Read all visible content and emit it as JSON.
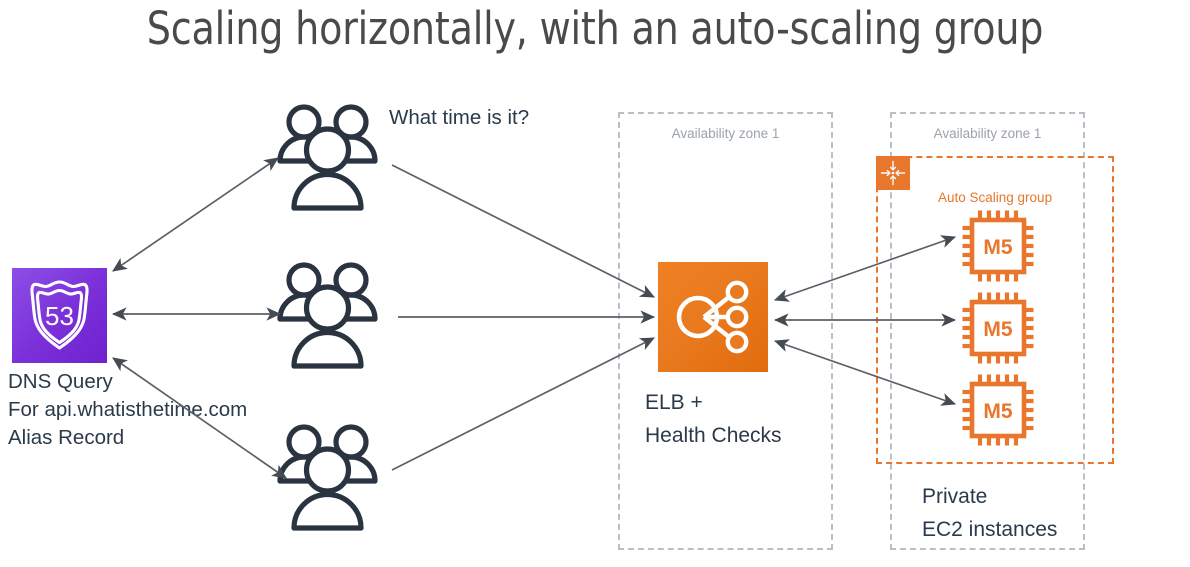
{
  "slide": {
    "title": "Scaling horizontally, with an auto-scaling group"
  },
  "dns": {
    "icon_name": "route53-icon",
    "icon_text": "53",
    "caption_line1": "DNS Query",
    "caption_line2": "For api.whatisthetime.com",
    "caption_line3": "Alias Record",
    "color": "#7a2fd8"
  },
  "users": [
    {
      "label": "users-group-top",
      "question": "What time is it?"
    },
    {
      "label": "users-group-middle",
      "question": ""
    },
    {
      "label": "users-group-bottom",
      "question": ""
    }
  ],
  "question_text": "What time is it?",
  "zones": [
    {
      "label": "Availability zone 1",
      "name": "availability-zone-left"
    },
    {
      "label": "Availability zone 1",
      "name": "availability-zone-right"
    }
  ],
  "elb": {
    "icon_name": "elastic-load-balancer-icon",
    "caption_line1": "ELB +",
    "caption_line2": "Health Checks",
    "color": "#ea7a1f"
  },
  "asg": {
    "label": "Auto Scaling group",
    "badge_name": "auto-scaling-badge-icon",
    "color": "#e8762c",
    "instances": [
      {
        "label": "M5",
        "name": "ec2-instance-m5-1"
      },
      {
        "label": "M5",
        "name": "ec2-instance-m5-2"
      },
      {
        "label": "M5",
        "name": "ec2-instance-m5-3"
      }
    ]
  },
  "private_ec2": {
    "line1": "Private",
    "line2": "EC2 instances"
  },
  "colors": {
    "aws_orange": "#e8762c",
    "aws_purple": "#7a2fd8",
    "aws_navy": "#2a3441",
    "zone_gray": "#b9bfc6",
    "arrow_gray": "#50555b",
    "title_gray": "#4a4a4a"
  }
}
